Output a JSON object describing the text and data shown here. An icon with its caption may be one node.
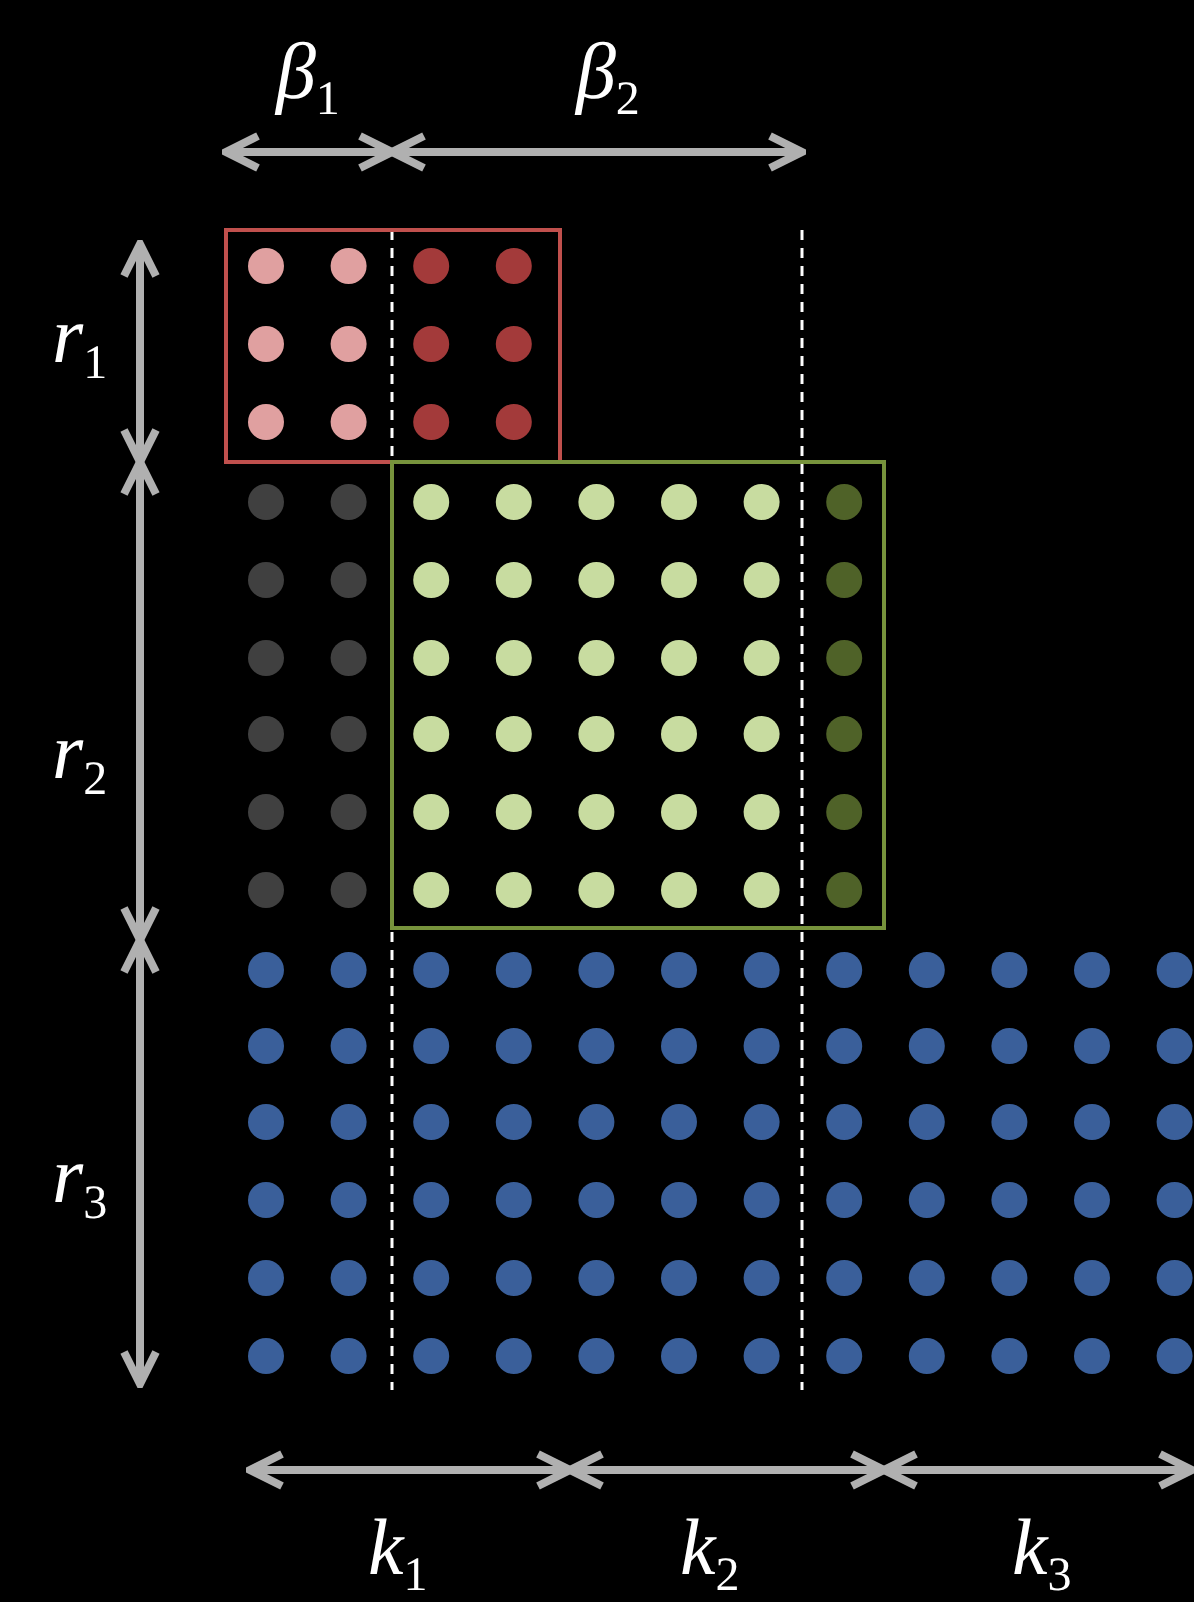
{
  "diagram": {
    "labels": [
      "β$_{1}$",
      "β$_{2}$",
      "r$_{1}$",
      "r$_{2}$",
      "r$_{3}$",
      "k$_{1}$",
      "k$_{2}$",
      "k$_{3}$"
    ]
  }
}
